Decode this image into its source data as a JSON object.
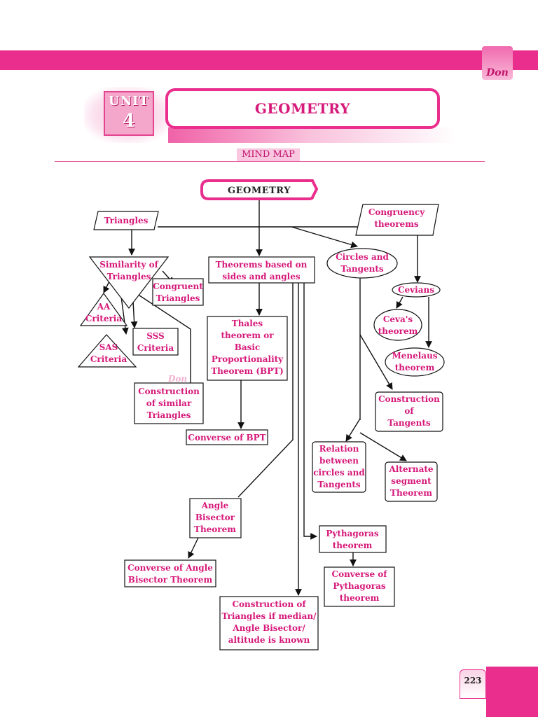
{
  "header": {
    "brand": "Don",
    "unit_word": "UNIT",
    "unit_number": "4",
    "title": "GEOMETRY",
    "section_label": "MIND MAP"
  },
  "page_number": "223",
  "watermark": "Don",
  "colors": {
    "accent": "#ea2e8e",
    "text": "#d6197a",
    "root_text": "#222222"
  },
  "mindmap": {
    "root": "GEOMETRY",
    "nodes": {
      "triangles": [
        "Triangles"
      ],
      "congruency": [
        "Congruency",
        "theorems"
      ],
      "similarity": [
        "Similarity  of",
        "Triangles"
      ],
      "congruent_triangles": [
        "Congruent",
        "Triangles"
      ],
      "aa": [
        "AA",
        "Criteria"
      ],
      "sss": [
        "SSS",
        "Criteria"
      ],
      "sas": [
        "SAS",
        "Criteria"
      ],
      "construction_similar": [
        "Construction",
        "of similar",
        "Triangles"
      ],
      "theorems_sides": [
        "Theorems based on",
        "sides and angles"
      ],
      "thales": [
        "Thales",
        "theorem or",
        "Basic",
        "Proportionality",
        "Theorem (BPT)"
      ],
      "converse_bpt": [
        "Converse of BPT"
      ],
      "circles": [
        "Circles and",
        "Tangents"
      ],
      "cevians": [
        "Cevians"
      ],
      "ceva": [
        "Ceva's",
        "theorem"
      ],
      "menelaus": [
        "Menelaus",
        "theorem"
      ],
      "construction_tangents": [
        "Construction",
        "of",
        "Tangents"
      ],
      "relation": [
        "Relation",
        "between",
        "circles and",
        "Tangents"
      ],
      "alternate": [
        "Alternate",
        "segment",
        "Theorem"
      ],
      "angle_bisector": [
        "Angle",
        "Bisector",
        "Theorem"
      ],
      "converse_angle": [
        "Converse of Angle",
        "Bisector Theorem"
      ],
      "pythagoras": [
        "Pythagoras",
        "theorem"
      ],
      "converse_pythagoras": [
        "Converse of",
        "Pythagoras",
        "theorem"
      ],
      "construction_triangles": [
        "Construction of",
        "Triangles if median/",
        "Angle Bisector/",
        "altitude is known"
      ]
    }
  }
}
